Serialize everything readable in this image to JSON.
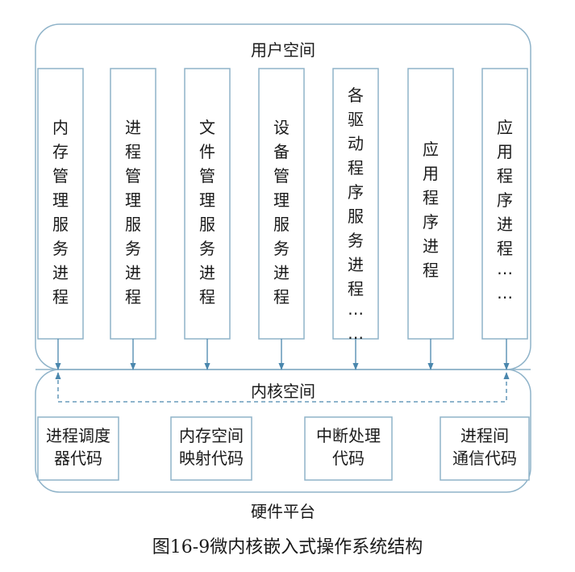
{
  "diagram": {
    "user_space_label": "用户空间",
    "kernel_space_label": "内核空间",
    "hardware_label": "硬件平台",
    "service_processes": [
      "内存管理服务进程",
      "进程管理服务进程",
      "文件管理服务进程",
      "设备管理服务进程",
      "各驱动程序服务进程……",
      "应用程序进程",
      "应用程序进程……"
    ],
    "kernel_modules": [
      [
        "进程调度",
        "器代码"
      ],
      [
        "内存空间",
        "映射代码"
      ],
      [
        "中断处理",
        "代码"
      ],
      [
        "进程间",
        "通信代码"
      ]
    ],
    "colors": {
      "border": "#8fb3c9",
      "arrow": "#4a87ad",
      "text": "#1a1a1a"
    }
  },
  "caption": "图16-9微内核嵌入式操作系统结构"
}
